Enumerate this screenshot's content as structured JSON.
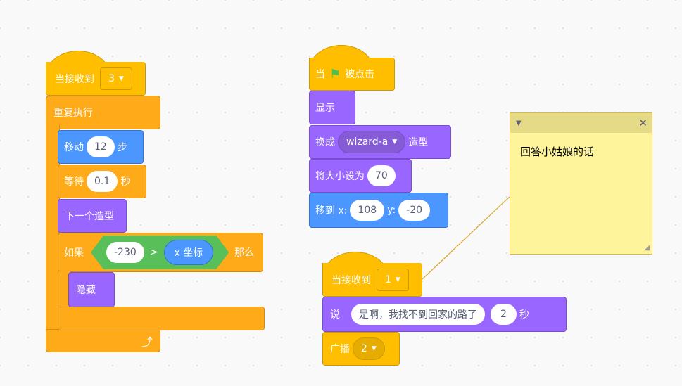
{
  "script1": {
    "hat_label": "当接收到",
    "hat_msg": "3",
    "repeat_label": "重复执行",
    "move_label": "移动",
    "move_steps": "12",
    "move_unit": "步",
    "wait_label": "等待",
    "wait_value": "0.1",
    "wait_unit": "秒",
    "next_costume": "下一个造型",
    "if_label": "如果",
    "cmp_left": "-230",
    "cmp_op": ">",
    "cmp_right": "x 坐标",
    "then_label": "那么",
    "hide_label": "隐藏",
    "loop_arrow": "⤴"
  },
  "script2": {
    "when_label": "当",
    "flag_icon": "⚑",
    "clicked_label": "被点击",
    "show_label": "显示",
    "switch_label": "换成",
    "costume": "wizard-a",
    "costume_suffix": "造型",
    "size_label": "将大小设为",
    "size_value": "70",
    "goto_label": "移到 x:",
    "goto_x": "108",
    "goto_y_label": "y:",
    "goto_y": "-20"
  },
  "script3": {
    "hat_label": "当接收到",
    "hat_msg": "1",
    "say_label": "说",
    "say_text": "是啊，我找不到回家的路了",
    "say_secs": "2",
    "say_unit": "秒",
    "broadcast_label": "广播",
    "broadcast_msg": "2"
  },
  "note": {
    "text": "回答小姑娘的话",
    "collapse_icon": "▼",
    "close_icon": "✕"
  },
  "colors": {
    "event": "#ffbf00",
    "control": "#ffab19",
    "motion": "#4c97ff",
    "looks": "#9966ff",
    "operators": "#59c059",
    "note": "#fef49c"
  }
}
